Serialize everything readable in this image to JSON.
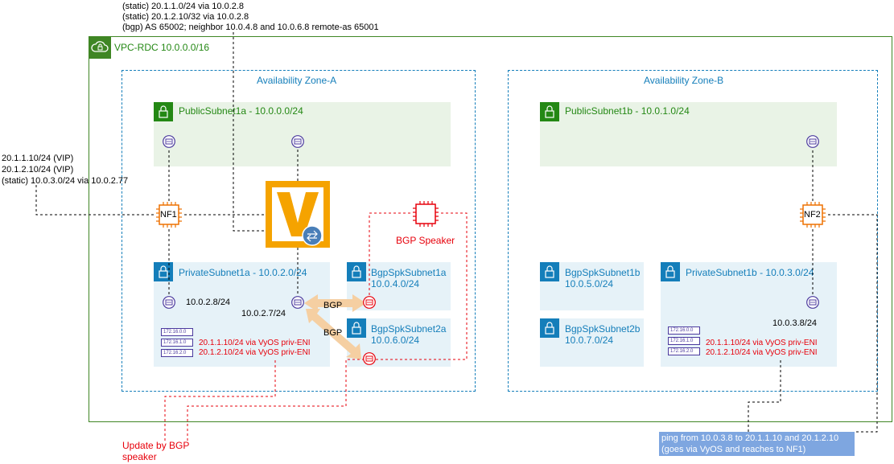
{
  "top_notes": {
    "line1": "(static) 20.1.1.0/24 via 10.0.2.8",
    "line2": "(static) 20.1.2.10/32 via 10.0.2.8",
    "line3": "(bgp) AS 65002; neighbor 10.0.4.8 and 10.0.6.8 remote-as 65001"
  },
  "left_notes": {
    "line1": "20.1.1.10/24 (VIP)",
    "line2": "20.1.2.10/24 (VIP)",
    "line3": "(static) 10.0.3.0/24 via 10.0.2.77"
  },
  "vpc": {
    "label": "VPC-RDC 10.0.0.0/16"
  },
  "az_a": {
    "label": "Availability Zone-A",
    "public_subnet": "PublicSubnet1a - 10.0.0.0/24",
    "private_subnet": "PrivateSubnet1a - 10.0.2.0/24",
    "bgp_subnet1_name": "BgpSpkSubnet1a",
    "bgp_subnet1_cidr": "10.0.4.0/24",
    "bgp_subnet2_name": "BgpSpkSubnet2a",
    "bgp_subnet2_cidr": "10.0.6.0/24",
    "nf_label": "NF1",
    "ip_a": "10.0.2.8/24",
    "ip_b": "10.0.2.7/24",
    "bgp_label1": "BGP",
    "bgp_label2": "BGP",
    "bgp_speaker": "BGP Speaker",
    "route_tags": [
      "172.16.0.0",
      "172.16.1.0",
      "172.16.2.0"
    ],
    "route1": "20.1.1.10/24 via VyOS priv-ENI",
    "route2": "20.1.2.10/24 via VyOS priv-ENI"
  },
  "az_b": {
    "label": "Availability Zone-B",
    "public_subnet": "PublicSubnet1b - 10.0.1.0/24",
    "private_subnet": "PrivateSubnet1b - 10.0.3.0/24",
    "bgp_subnet1_name": "BgpSpkSubnet1b",
    "bgp_subnet1_cidr": "10.0.5.0/24",
    "bgp_subnet2_name": "BgpSpkSubnet2b",
    "bgp_subnet2_cidr": "10.0.7.0/24",
    "nf_label": "NF2",
    "ip_a": "10.0.3.8/24",
    "route_tags": [
      "172.16.0.0",
      "172.16.1.0",
      "172.16.2.0"
    ],
    "route1": "20.1.1.10/24 via VyOS priv-ENI",
    "route2": "20.1.2.10/24 via VyOS priv-ENI"
  },
  "update_note": {
    "line1": "Update by BGP",
    "line2": "speaker"
  },
  "ping_note": {
    "line1": "ping from 10.0.3.8 to 20.1.1.10 and 20.1.2.10",
    "line2": "(goes via VyOS and reaches to NF1)"
  },
  "colors": {
    "vpc_green": "#3f8624",
    "subnet_green": "#248814",
    "subnet_blue": "#147eba",
    "eni_purple": "#4b3a9e",
    "nf_orange": "#ed7100",
    "vyos_orange": "#f5a300",
    "bgp_red": "#e7000b",
    "ping_blue": "#7ea6e0"
  }
}
